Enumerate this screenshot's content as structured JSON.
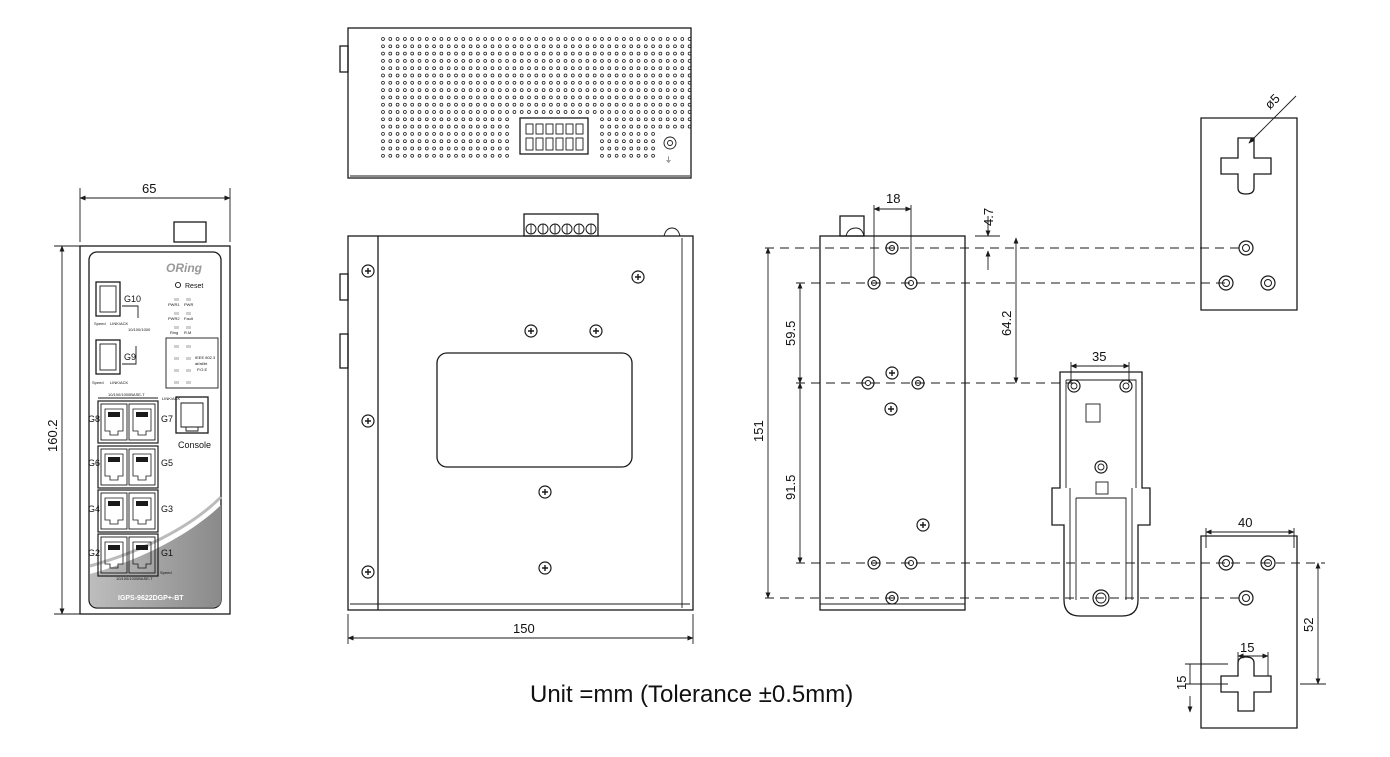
{
  "dimensions": {
    "front_width": "65",
    "front_height": "160.2",
    "side_depth": "150",
    "rear_hole_spacing_x": "18",
    "rear_top_offset": "4.7",
    "rear_hole_spacing_y1": "64.2",
    "rear_height": "151",
    "rear_offset_1": "59.5",
    "rear_offset_2": "91.5",
    "din_clip_width": "35",
    "bracket_width": "40",
    "bracket_height": "52",
    "bracket_slot_width": "15",
    "bracket_slot_height": "15",
    "bracket_hole_diameter": "ø5"
  },
  "front_panel": {
    "logo": "ORing",
    "reset": "Reset",
    "model": "IGPS-9622DGP+-BT",
    "console": "Console",
    "port_labels": [
      "G10",
      "G9",
      "G8",
      "G7",
      "G6",
      "G5",
      "G4",
      "G3",
      "G2",
      "G1"
    ],
    "sfp_top_text": "LINK/ACK",
    "sfp_bottom_text": "LINK/ACK",
    "speed_text": "Speed",
    "speed_text_2": "Speed",
    "mode_text": "10/100/1000",
    "rj_text": "10/100/1000BASE-T",
    "rj_text_bottom": "10/100/1000BASE-T",
    "led_pwr1": "PWR1",
    "led_pwr2": "PWR2",
    "led_pwr3": "PWR",
    "led_fault": "Fault",
    "led_ring": "Ring",
    "led_rm": "R.M",
    "poe_text": "IEEE 802.3",
    "poe_text_2": "af/at/bt",
    "poe_text_3": "P.O.E",
    "link_ack_text": "LINK/ACK",
    "speed_right": "Speed"
  },
  "footer": {
    "unit_note": "Unit =mm (Tolerance ±0.5mm)"
  }
}
